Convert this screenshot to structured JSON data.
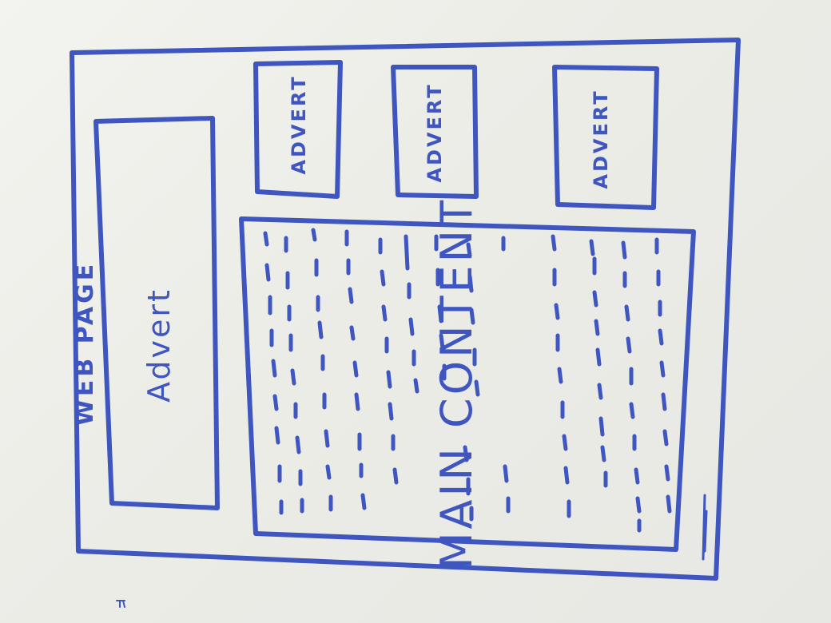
{
  "sketch": {
    "page_label": "WEB PAGE",
    "side_advert_label": "Advert",
    "top_adverts": [
      "ADVERT",
      "ADVERT",
      "ADVERT"
    ],
    "main_content_label": "MAIN CONTENT",
    "ink_color": "#3f55c0"
  }
}
